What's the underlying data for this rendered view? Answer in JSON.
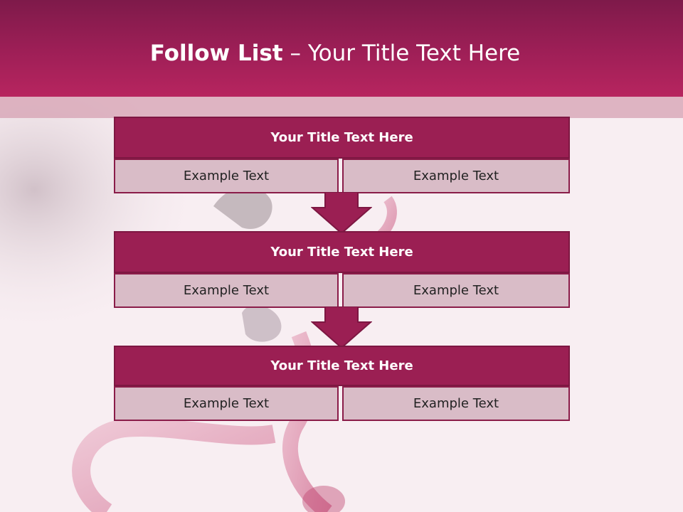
{
  "slide": {
    "title_bold": "Follow List",
    "title_separator": " – ",
    "title_rest": "Your Title Text Here"
  },
  "steps": [
    {
      "title": "Your Title Text Here",
      "left_text": "Example Text",
      "right_text": "Example Text"
    },
    {
      "title": "Your Title Text Here",
      "left_text": "Example Text",
      "right_text": "Example Text"
    },
    {
      "title": "Your Title Text Here",
      "left_text": "Example Text",
      "right_text": "Example Text"
    }
  ],
  "colors": {
    "header_top": "#7e1a4a",
    "header_bottom": "#b7255f",
    "block_title_fill": "#9b1f53",
    "cell_fill": "#d9bcc7",
    "border": "#8a1c49",
    "background": "#f8eef2"
  }
}
